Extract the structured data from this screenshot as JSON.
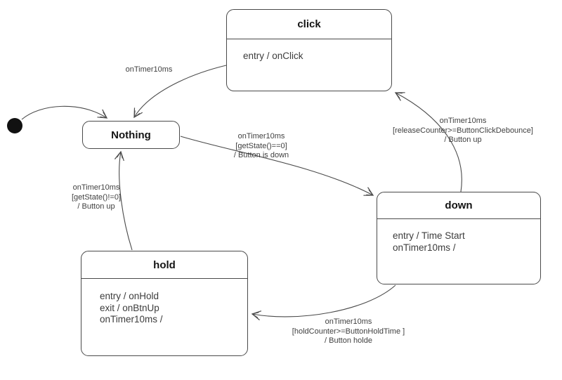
{
  "diagram": {
    "kind": "uml-state-machine",
    "background": "#ffffff",
    "stroke_color": "#4a4a4a",
    "text_color": "#3c3c3c",
    "title_color": "#141414"
  },
  "states": {
    "click": {
      "title": "click",
      "body": [
        "entry / onClick"
      ]
    },
    "nothing": {
      "title": "Nothing",
      "body": []
    },
    "down": {
      "title": "down",
      "body": [
        "entry / Time Start",
        "onTimer10ms /"
      ]
    },
    "hold": {
      "title": "hold",
      "body": [
        "entry / onHold",
        "exit / onBtnUp",
        "onTimer10ms /"
      ]
    }
  },
  "transitions": {
    "initial_to_nothing": {
      "from": "initial",
      "to": "Nothing",
      "label": []
    },
    "click_to_nothing": {
      "from": "click",
      "to": "Nothing",
      "label": [
        "onTimer10ms"
      ]
    },
    "nothing_to_down": {
      "from": "Nothing",
      "to": "down",
      "label": [
        "onTimer10ms",
        "[getState()==0]",
        "/ Button is down"
      ]
    },
    "down_to_click": {
      "from": "down",
      "to": "click",
      "label": [
        "onTimer10ms",
        "[releaseCounter>=ButtonClickDebounce]",
        "/ Button up"
      ]
    },
    "down_to_hold": {
      "from": "down",
      "to": "hold",
      "label": [
        "onTimer10ms",
        "[holdCounter>=ButtonHoldTime ]",
        "/ Button holde"
      ]
    },
    "hold_to_nothing": {
      "from": "hold",
      "to": "Nothing",
      "label": [
        "onTimer10ms",
        "[getState()!=0]",
        "/ Button up"
      ]
    }
  }
}
